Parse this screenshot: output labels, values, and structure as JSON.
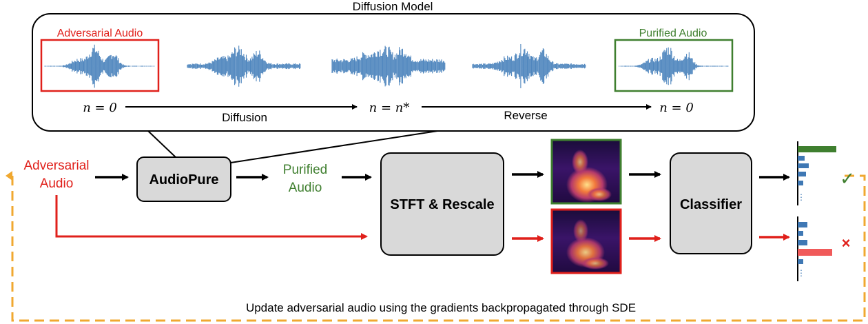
{
  "title": "Diffusion Model",
  "diffusion_panel": {
    "adversarial_label": "Adversarial Audio",
    "purified_label": "Purified Audio",
    "steps": {
      "start": "n = 0",
      "middle": "n = n*",
      "end": "n = 0"
    },
    "phase_labels": {
      "forward": "Diffusion",
      "reverse": "Reverse"
    }
  },
  "pipeline": {
    "input_label_line1": "Adversarial",
    "input_label_line2": "Audio",
    "audiopure_label": "AudioPure",
    "purified_line1": "Purified",
    "purified_line2": "Audio",
    "stft_label": "STFT & Rescale",
    "classifier_label": "Classifier",
    "correct_mark": "✓",
    "wrong_mark": "×",
    "more_mark": "⋮"
  },
  "feedback_caption": "Update adversarial audio using the gradients backpropagated through SDE",
  "colors": {
    "adversarial": "#e0201b",
    "purified": "#3f7f2f",
    "waveform": "#4f86be",
    "box_fill": "#d9d9d9",
    "dashed": "#f0a830",
    "bar_blue": "#3f78b4",
    "bar_green": "#3f7f2f",
    "bar_red": "#f05a5a"
  }
}
